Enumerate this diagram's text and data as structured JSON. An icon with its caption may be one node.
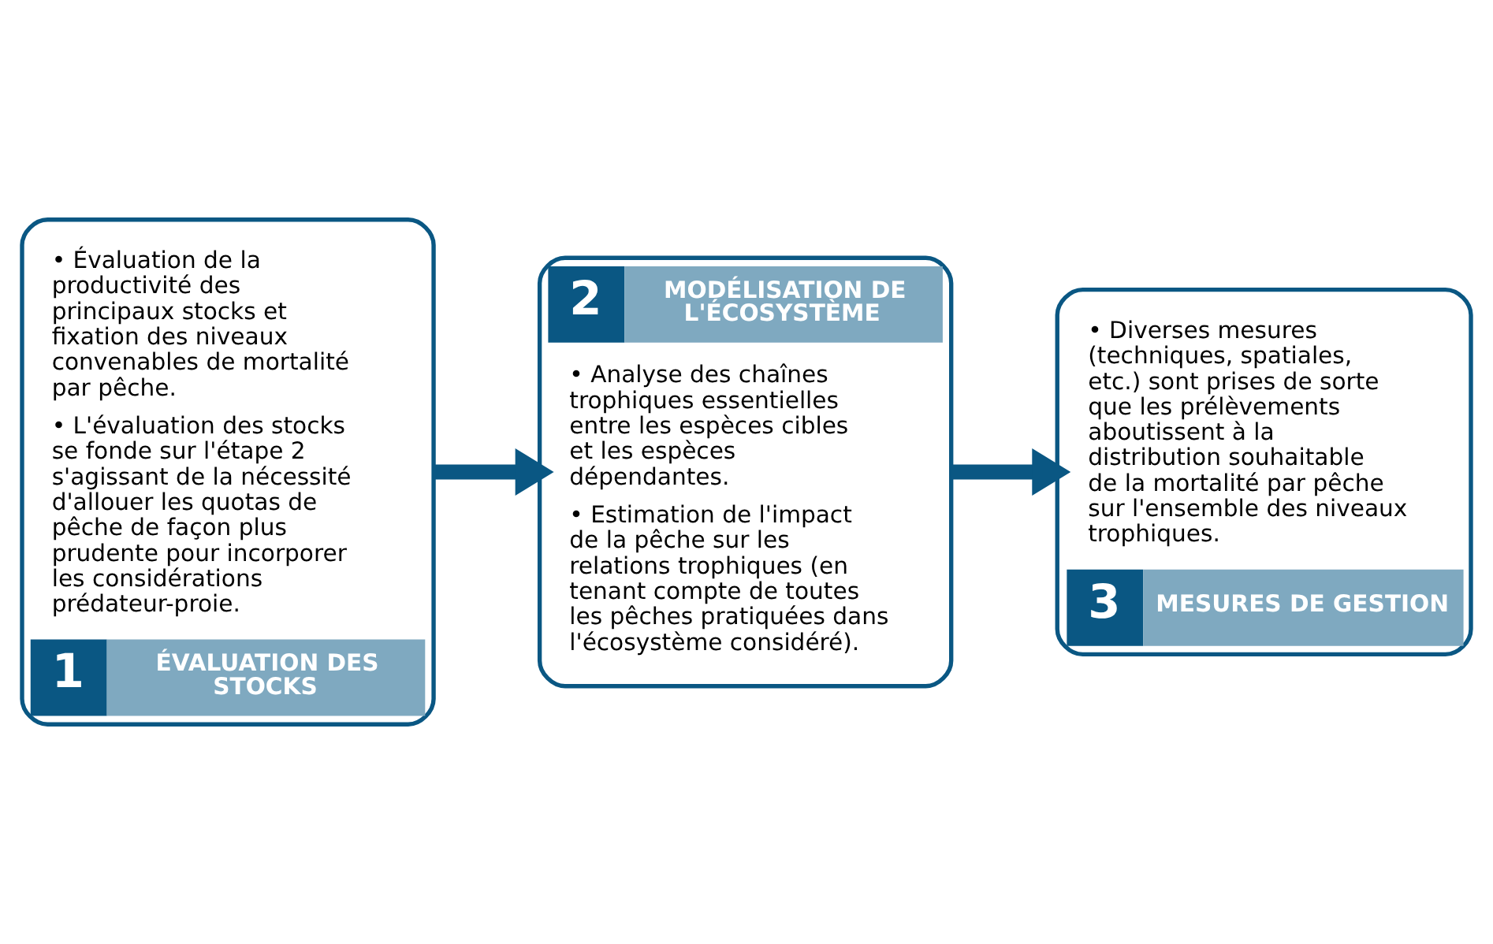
{
  "diagram": {
    "nodes": [
      {
        "text": [
          "• Évaluation de la productivité des principaux stocks et fixation des niveaux convenables de mortalité par pêche.",
          "• L'évaluation des stocks se fonde sur l'étape 2 s'agissant de la nécessité d'allouer les quotas de pêche de façon plus prudente pour incorporer les considérations prédateur-proie.",
          "1",
          "ÉVALUATION DES STOCKS"
        ]
      },
      {
        "text": [
          "2",
          "MODÉLISATION DE L'ÉCOSYSTÈME",
          "• Analyse des chaînes trophiques essentielles entre les espèces cibles et les espèces dépendantes.",
          "• Estimation de l'impact de la pêche sur les relations trophiques (en tenant compte de toutes les pêches pratiquées dans l'écosystème considéré)."
        ]
      },
      {
        "text": [
          "• Diverses mesures (techniques, spatiales, etc.) sont prises de sorte que les prélèvements aboutissent à la distribution souhaitable de la mortalité par pêche sur l'ensemble des niveaux trophiques.",
          "3",
          "MESURES DE GESTION"
        ]
      }
    ],
    "edges": [
      {
        "from": 0,
        "to": 1,
        "arrow": "to"
      },
      {
        "from": 1,
        "to": 2,
        "arrow": "to"
      }
    ]
  }
}
